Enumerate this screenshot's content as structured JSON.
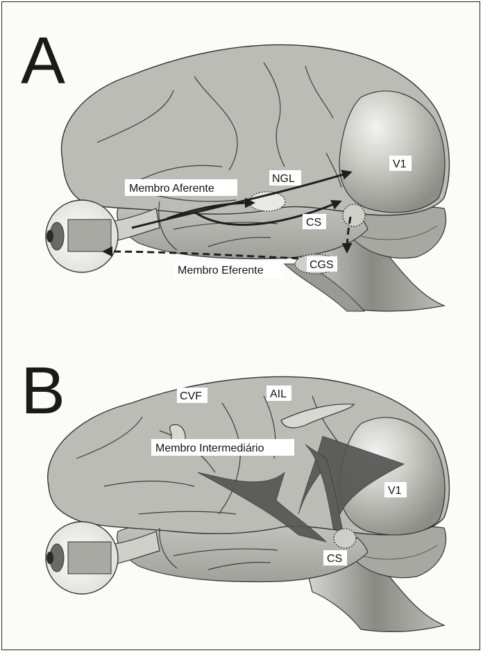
{
  "panels": [
    {
      "letter": "A",
      "labels": {
        "v1": "V1",
        "ngl": "NGL",
        "cs": "CS",
        "cgs": "CGS",
        "afferent": "Membro Aferente",
        "efferent": "Membro Eferente"
      }
    },
    {
      "letter": "B",
      "labels": {
        "cvf": "CVF",
        "ail": "AIL",
        "intermediate": "Membro Intermediário",
        "v1": "V1",
        "cs": "CS"
      }
    }
  ],
  "colors": {
    "brain": "#bdbdb8",
    "brain_dark": "#8f8f8a",
    "sulcus": "#3a3a3a",
    "arrow": "#1e1e1e",
    "wedge": "#555555",
    "label_bg": "#ffffff"
  }
}
